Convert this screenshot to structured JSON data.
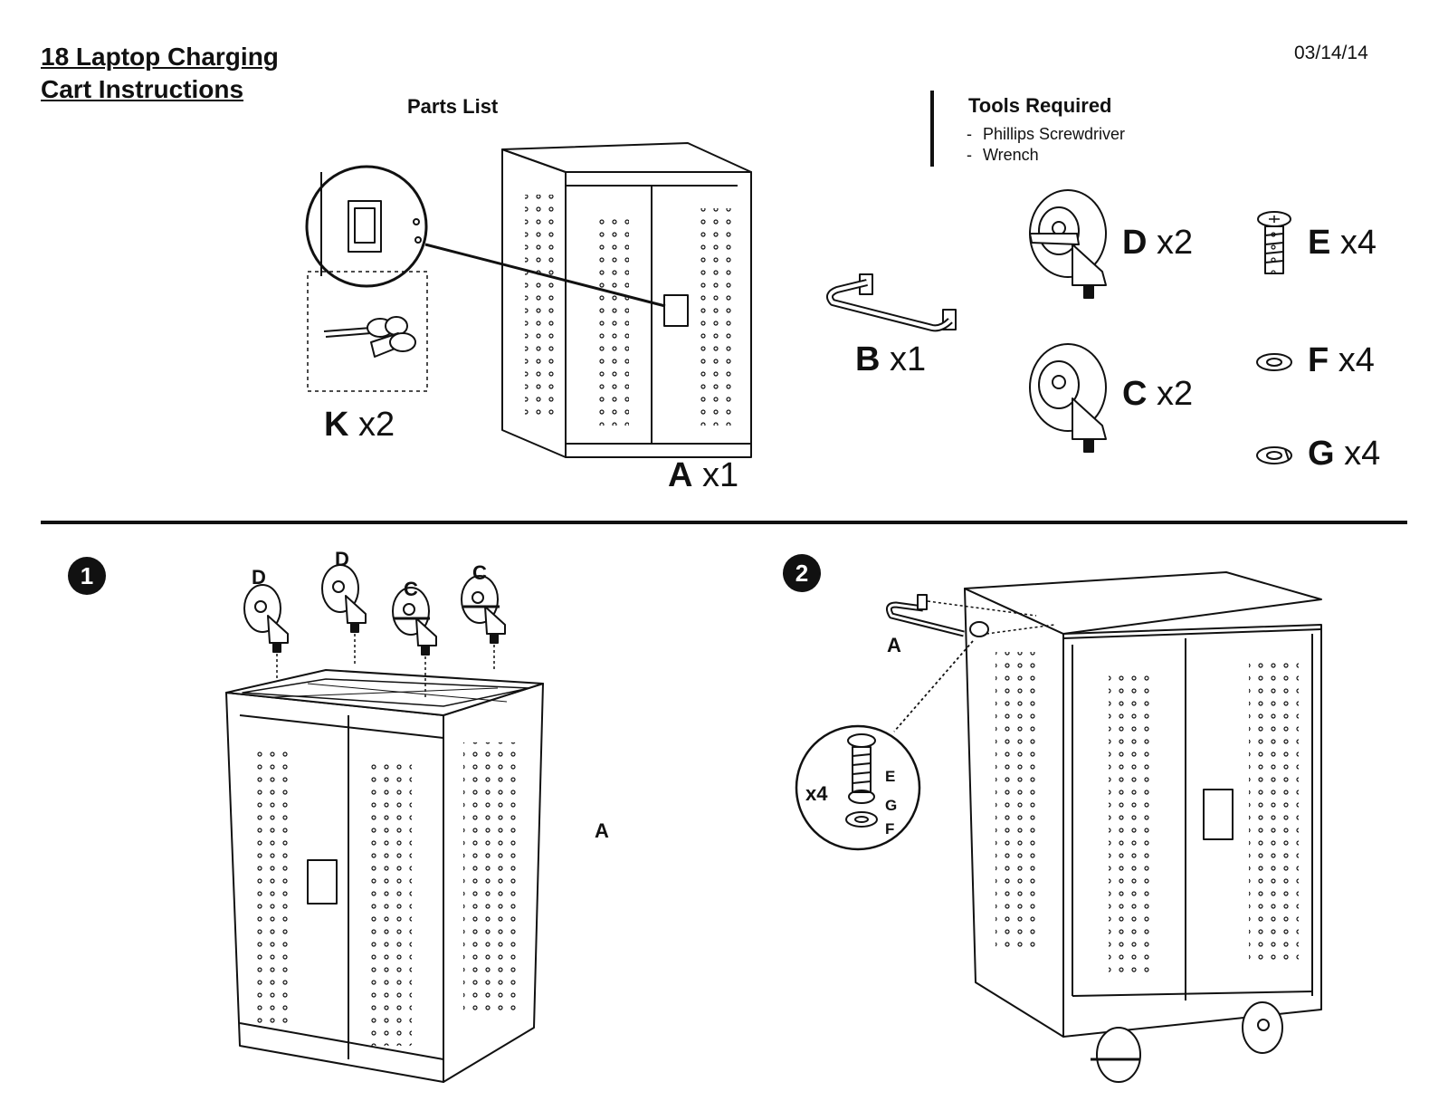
{
  "header": {
    "title_line1": "18 Laptop Charging",
    "title_line2": "Cart Instructions",
    "date": "03/14/14"
  },
  "parts": {
    "heading": "Parts List",
    "items": [
      {
        "letter": "A",
        "qty": "x1"
      },
      {
        "letter": "B",
        "qty": "x1"
      },
      {
        "letter": "C",
        "qty": "x2"
      },
      {
        "letter": "D",
        "qty": "x2"
      },
      {
        "letter": "E",
        "qty": "x4"
      },
      {
        "letter": "F",
        "qty": "x4"
      },
      {
        "letter": "G",
        "qty": "x4"
      },
      {
        "letter": "K",
        "qty": "x2"
      }
    ]
  },
  "tools": {
    "heading": "Tools Required",
    "items": [
      "Phillips Screwdriver",
      "Wrench"
    ],
    "dash": "-"
  },
  "steps": [
    {
      "number": "1",
      "labels": {
        "cart": "A",
        "casters": [
          "D",
          "D",
          "C",
          "C"
        ]
      }
    },
    {
      "number": "2",
      "labels": {
        "handle": "A",
        "multiplier": "x4",
        "hardware": [
          "E",
          "G",
          "F"
        ]
      }
    }
  ]
}
